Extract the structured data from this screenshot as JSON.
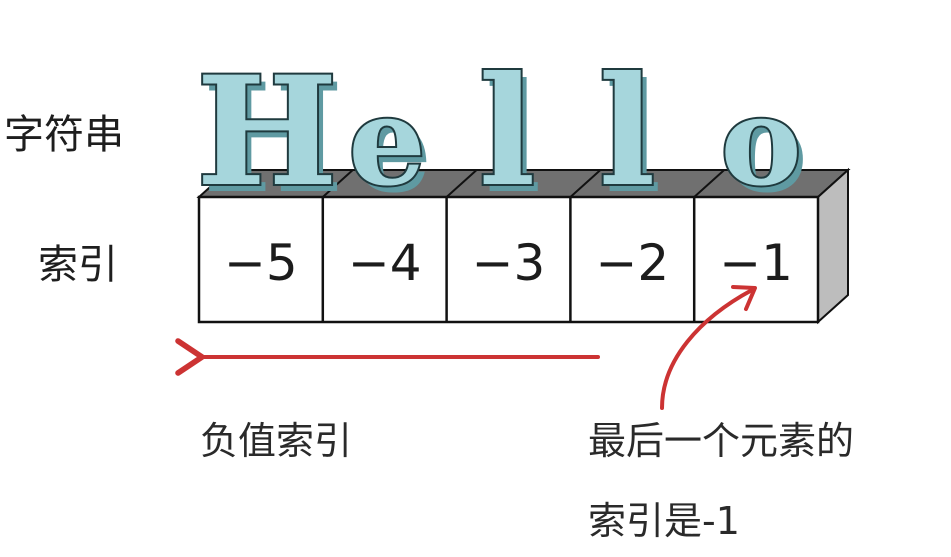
{
  "labels": {
    "string_label": "字符串",
    "index_label": "索引"
  },
  "word": [
    "H",
    "e",
    "l",
    "l",
    "o"
  ],
  "indices": [
    "−5",
    "−4",
    "−3",
    "−2",
    "−1"
  ],
  "notes": {
    "negative_index": "负值索引",
    "last_element_line1": "最后一个元素的",
    "last_element_line2": "索引是-1"
  },
  "colors": {
    "letter_fill": "#a6d6dc",
    "letter_stroke": "#1f3a3e",
    "letter_shadow": "#5f9aa2",
    "box_top": "#707070",
    "box_side": "#bdbdbd",
    "box_border": "#111111",
    "arrow": "#cc3333"
  }
}
